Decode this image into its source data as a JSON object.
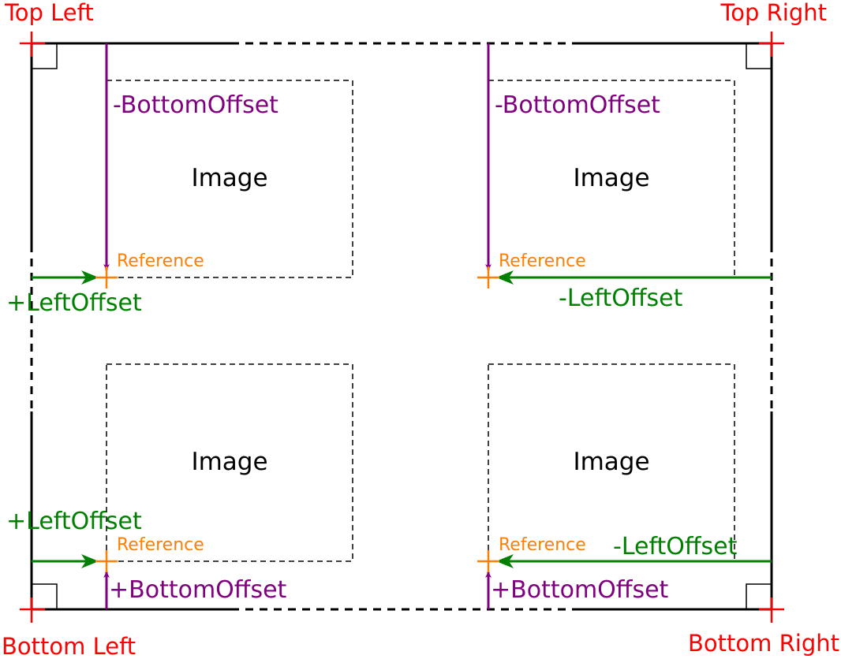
{
  "colors": {
    "corner": "#ff0000",
    "reference": "#ff7f00",
    "vertical_offset": "#800080",
    "horizontal_offset": "#008000",
    "frame": "#000000"
  },
  "corners": {
    "top_left": "Top Left",
    "top_right": "Top Right",
    "bottom_left": "Bottom Left",
    "bottom_right": "Bottom Right"
  },
  "quadrants": {
    "top_left": {
      "image": "Image",
      "reference": "Reference",
      "vertical_offset": "-BottomOffset",
      "horizontal_offset": "+LeftOffset"
    },
    "top_right": {
      "image": "Image",
      "reference": "Reference",
      "vertical_offset": "-BottomOffset",
      "horizontal_offset": "-LeftOffset"
    },
    "bottom_left": {
      "image": "Image",
      "reference": "Reference",
      "vertical_offset": "+BottomOffset",
      "horizontal_offset": "+LeftOffset"
    },
    "bottom_right": {
      "image": "Image",
      "reference": "Reference",
      "vertical_offset": "+BottomOffset",
      "horizontal_offset": "-LeftOffset"
    }
  }
}
